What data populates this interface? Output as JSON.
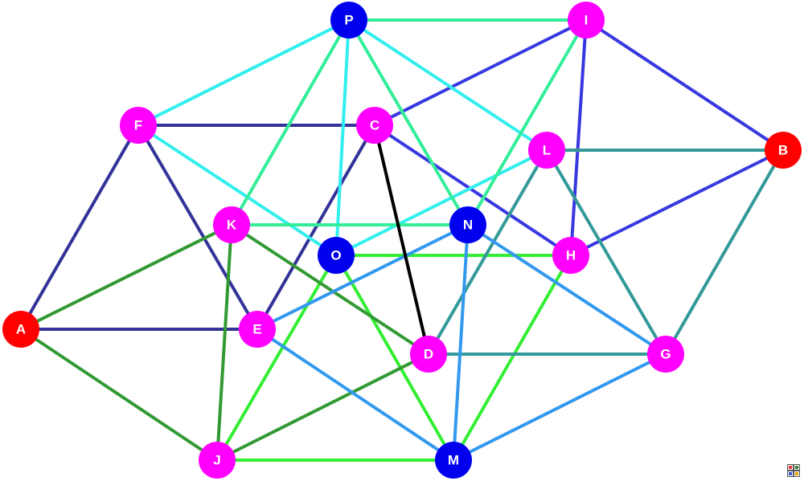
{
  "diagram": {
    "type": "graph",
    "colors": {
      "red": "#ff0000",
      "magenta": "#ff00ff",
      "blue": "#0000ee",
      "node_text": "#ffffff",
      "navy": "#333399",
      "royal": "#3838e0",
      "cyan": "#33eeee",
      "mint": "#33ee99",
      "lime": "#33ee33",
      "green": "#339933",
      "teal": "#339999",
      "sky": "#3399ee",
      "black": "#000000"
    },
    "nodes": [
      {
        "id": "P",
        "label": "P",
        "color": "blue"
      },
      {
        "id": "I",
        "label": "I",
        "color": "magenta"
      },
      {
        "id": "F",
        "label": "F",
        "color": "magenta"
      },
      {
        "id": "C",
        "label": "C",
        "color": "magenta"
      },
      {
        "id": "L",
        "label": "L",
        "color": "magenta"
      },
      {
        "id": "B",
        "label": "B",
        "color": "red"
      },
      {
        "id": "K",
        "label": "K",
        "color": "magenta"
      },
      {
        "id": "N",
        "label": "N",
        "color": "blue"
      },
      {
        "id": "O",
        "label": "O",
        "color": "blue"
      },
      {
        "id": "H",
        "label": "H",
        "color": "magenta"
      },
      {
        "id": "A",
        "label": "A",
        "color": "red"
      },
      {
        "id": "E",
        "label": "E",
        "color": "magenta"
      },
      {
        "id": "D",
        "label": "D",
        "color": "magenta"
      },
      {
        "id": "G",
        "label": "G",
        "color": "magenta"
      },
      {
        "id": "J",
        "label": "J",
        "color": "magenta"
      },
      {
        "id": "M",
        "label": "M",
        "color": "blue"
      }
    ],
    "edges": [
      {
        "from": "F",
        "to": "A",
        "color": "navy"
      },
      {
        "from": "F",
        "to": "C",
        "color": "navy"
      },
      {
        "from": "F",
        "to": "E",
        "color": "navy"
      },
      {
        "from": "A",
        "to": "E",
        "color": "navy"
      },
      {
        "from": "C",
        "to": "E",
        "color": "navy"
      },
      {
        "from": "I",
        "to": "C",
        "color": "royal"
      },
      {
        "from": "I",
        "to": "B",
        "color": "royal"
      },
      {
        "from": "I",
        "to": "H",
        "color": "royal"
      },
      {
        "from": "C",
        "to": "H",
        "color": "royal"
      },
      {
        "from": "B",
        "to": "H",
        "color": "royal"
      },
      {
        "from": "P",
        "to": "F",
        "color": "cyan"
      },
      {
        "from": "P",
        "to": "O",
        "color": "cyan"
      },
      {
        "from": "P",
        "to": "L",
        "color": "cyan"
      },
      {
        "from": "F",
        "to": "O",
        "color": "cyan"
      },
      {
        "from": "L",
        "to": "O",
        "color": "cyan"
      },
      {
        "from": "P",
        "to": "I",
        "color": "mint"
      },
      {
        "from": "P",
        "to": "K",
        "color": "mint"
      },
      {
        "from": "P",
        "to": "N",
        "color": "mint"
      },
      {
        "from": "I",
        "to": "N",
        "color": "mint"
      },
      {
        "from": "K",
        "to": "N",
        "color": "mint"
      },
      {
        "from": "O",
        "to": "H",
        "color": "lime"
      },
      {
        "from": "O",
        "to": "J",
        "color": "lime"
      },
      {
        "from": "O",
        "to": "M",
        "color": "lime"
      },
      {
        "from": "H",
        "to": "M",
        "color": "lime"
      },
      {
        "from": "J",
        "to": "M",
        "color": "lime"
      },
      {
        "from": "A",
        "to": "K",
        "color": "green"
      },
      {
        "from": "A",
        "to": "J",
        "color": "green"
      },
      {
        "from": "K",
        "to": "J",
        "color": "green"
      },
      {
        "from": "K",
        "to": "D",
        "color": "green"
      },
      {
        "from": "D",
        "to": "J",
        "color": "green"
      },
      {
        "from": "L",
        "to": "B",
        "color": "teal"
      },
      {
        "from": "L",
        "to": "D",
        "color": "teal"
      },
      {
        "from": "L",
        "to": "G",
        "color": "teal"
      },
      {
        "from": "B",
        "to": "G",
        "color": "teal"
      },
      {
        "from": "D",
        "to": "G",
        "color": "teal"
      },
      {
        "from": "N",
        "to": "E",
        "color": "sky"
      },
      {
        "from": "N",
        "to": "G",
        "color": "sky"
      },
      {
        "from": "N",
        "to": "M",
        "color": "sky"
      },
      {
        "from": "E",
        "to": "M",
        "color": "sky"
      },
      {
        "from": "G",
        "to": "M",
        "color": "sky"
      },
      {
        "from": "C",
        "to": "D",
        "color": "black"
      }
    ]
  }
}
